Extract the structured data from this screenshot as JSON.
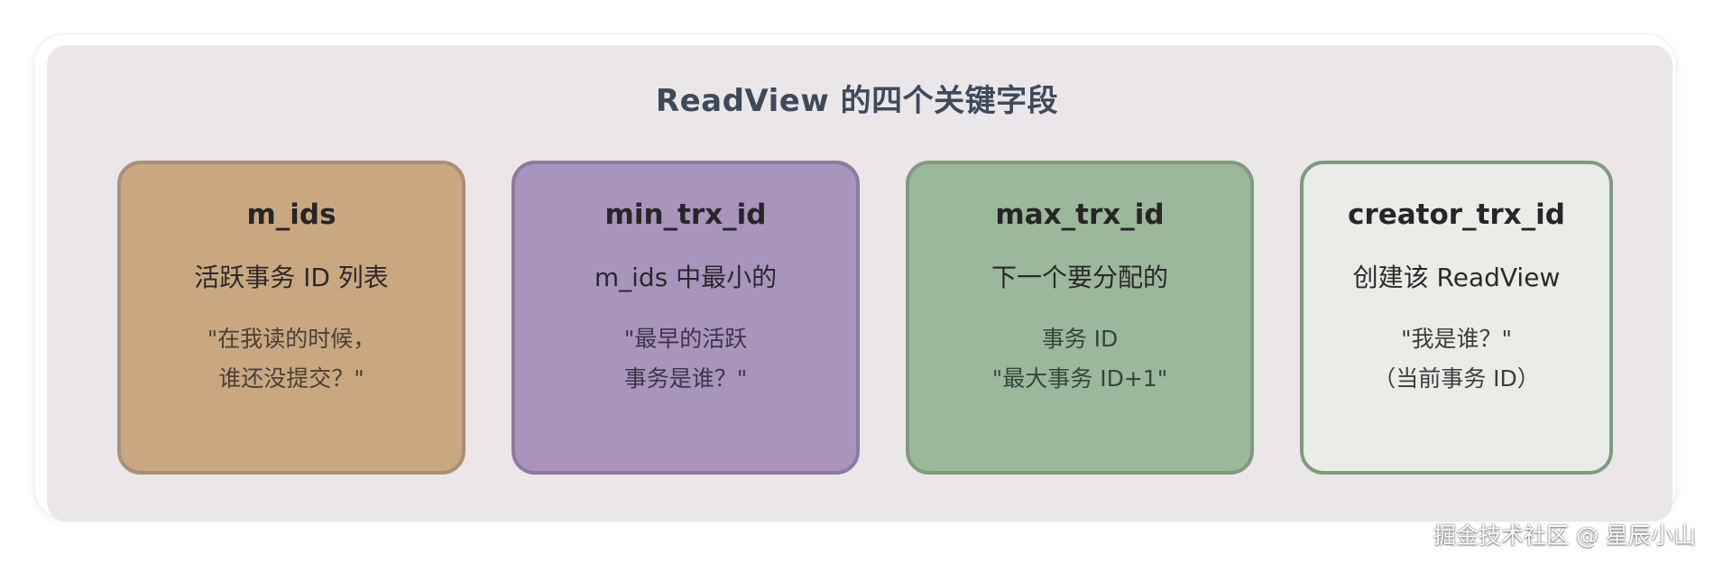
{
  "title": "ReadView 的四个关键字段",
  "cards": [
    {
      "name": "m_ids",
      "subtitle": "活跃事务 ID 列表",
      "desc_line1": "\"在我读的时候，",
      "desc_line2": "谁还没提交？\""
    },
    {
      "name": "min_trx_id",
      "subtitle": "m_ids 中最小的",
      "desc_line1": "\"最早的活跃",
      "desc_line2": "事务是谁？\""
    },
    {
      "name": "max_trx_id",
      "subtitle": "下一个要分配的",
      "desc_line1": "事务 ID",
      "desc_line2": "\"最大事务 ID+1\""
    },
    {
      "name": "creator_trx_id",
      "subtitle": "创建该 ReadView",
      "desc_line1": "\"我是谁？\"",
      "desc_line2": "（当前事务 ID）"
    }
  ],
  "watermark": "掘金技术社区 @ 星辰小山",
  "colors": {
    "panel_bg": "#ebe6e8",
    "title": "#3e4a5c",
    "card_m_ids": "#c9a881",
    "card_min_trx_id": "#a994bc",
    "card_max_trx_id": "#9bb89a",
    "card_creator_trx_id": "#e9ece7"
  }
}
